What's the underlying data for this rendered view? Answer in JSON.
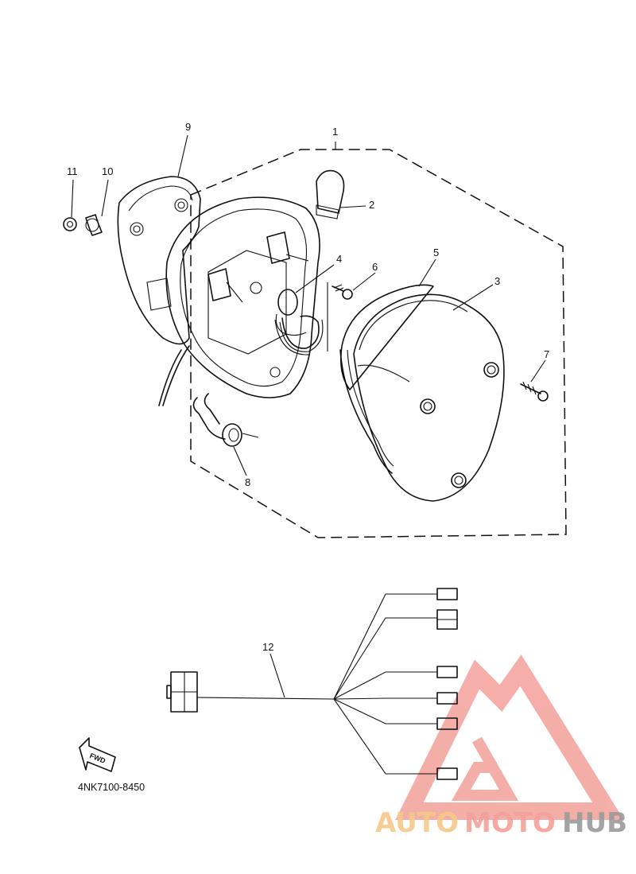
{
  "callouts": [
    "1",
    "2",
    "3",
    "4",
    "5",
    "6",
    "7",
    "8",
    "9",
    "10",
    "11",
    "12"
  ],
  "fwd_label": "FWD",
  "part_code": "4NK7100-8450",
  "watermark": {
    "parts": [
      "AUTO",
      "MOTO",
      "HUB"
    ],
    "colors": {
      "triangle": "#f3a09a",
      "auto": "#f6c98a",
      "moto": "#f3a09a",
      "hub": "#9b9b9b"
    }
  }
}
